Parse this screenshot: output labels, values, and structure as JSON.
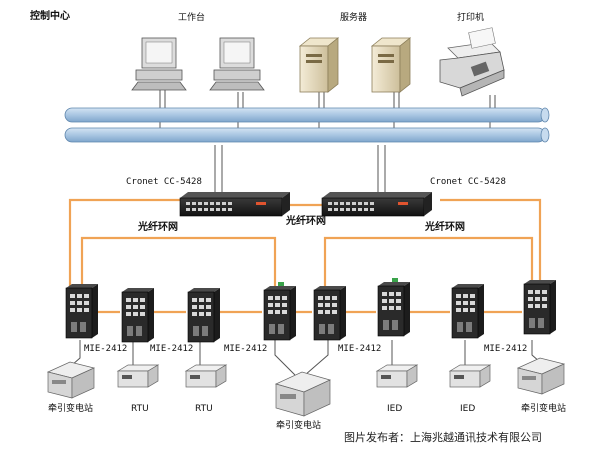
{
  "title": "控制中心",
  "top_devices": {
    "workstation": "工作台",
    "server": "服务器",
    "printer": "打印机"
  },
  "core_switches": [
    {
      "model": "Cronet CC-5428"
    },
    {
      "model": "Cronet CC-5428"
    }
  ],
  "fiber_ring_labels": [
    "光纤环网",
    "光纤环网",
    "光纤环网"
  ],
  "field_switches": [
    {
      "model": "MIE-2412"
    },
    {
      "model": "MIE-2412"
    },
    {
      "model": "MIE-2412"
    },
    {
      "model": "MIE-2412"
    },
    {
      "model": "MIE-2412"
    }
  ],
  "end_devices": [
    {
      "label": "牵引变电站"
    },
    {
      "label": "RTU"
    },
    {
      "label": "RTU"
    },
    {
      "label": "牵引变电站"
    },
    {
      "label": "IED"
    },
    {
      "label": "IED"
    },
    {
      "label": "牵引变电站"
    }
  ],
  "credit": "图片发布者：上海兆越通讯技术有限公司",
  "colors": {
    "backbone_pipe": "#a9c6e2",
    "fiber_link": "#f0a355",
    "device_dark": "#2b2b2b",
    "device_light": "#e8e8e8"
  }
}
